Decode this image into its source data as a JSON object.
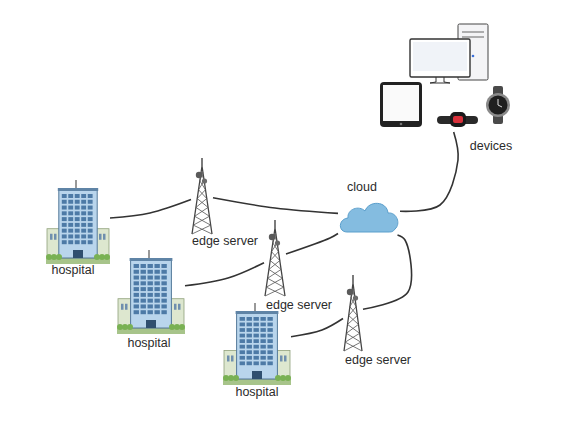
{
  "diagram": {
    "nodes": [
      {
        "text": [
          "devices"
        ]
      },
      {
        "text": [
          "cloud"
        ]
      },
      {
        "text": [
          "hospital"
        ]
      },
      {
        "text": [
          "edge server"
        ]
      },
      {
        "text": [
          "hospital"
        ]
      },
      {
        "text": [
          "edge server"
        ]
      },
      {
        "text": [
          "hospital"
        ]
      },
      {
        "text": [
          "edge server"
        ]
      }
    ],
    "edges": [
      {
        "from": 2,
        "to": 3,
        "arrow": "none"
      },
      {
        "from": 3,
        "to": 1,
        "arrow": "none"
      },
      {
        "from": 4,
        "to": 5,
        "arrow": "none"
      },
      {
        "from": 5,
        "to": 1,
        "arrow": "none"
      },
      {
        "from": 6,
        "to": 7,
        "arrow": "none"
      },
      {
        "from": 7,
        "to": 1,
        "arrow": "none"
      },
      {
        "from": 1,
        "to": 0,
        "arrow": "none"
      }
    ]
  }
}
